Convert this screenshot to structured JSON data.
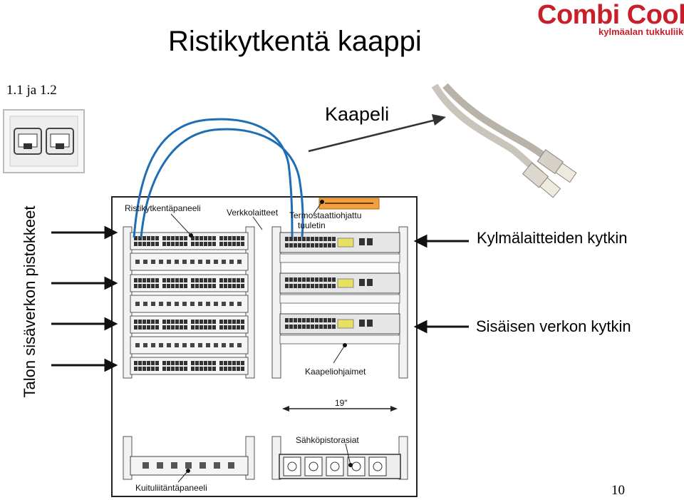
{
  "slide": {
    "title": "Ristikytkentä kaappi",
    "subtitle": "1.1 ja 1.2",
    "page_number": "10"
  },
  "logo": {
    "brand": "Combi Cool",
    "tagline": "kylmäalan tukkuliike",
    "color": "#c8202a"
  },
  "callouts": {
    "cable": "Kaapeli",
    "side_label": "Talon sisäverkon pistokkeet",
    "refrigeration_switch": "Kylmälaitteiden kytkin",
    "internal_switch": "Sisäisen verkon kytkin"
  },
  "rack_labels": {
    "patch_panel": "Ristikytkentäpaneeli",
    "network_devices": "Verkkolaitteet",
    "thermostat_fan_1": "Termostaattiohjattu",
    "thermostat_fan_2": "tuuletin",
    "cable_guides": "Kaapeliohjaimet",
    "width": "19\"",
    "power_sockets": "Sähköpistorasiat",
    "fiber_panel": "Kuituliitäntäpaneeli"
  },
  "colors": {
    "cable_blue": "#1f6db5",
    "thermostat_orange": "#f0a040",
    "switch_yellow": "#e8e060"
  }
}
